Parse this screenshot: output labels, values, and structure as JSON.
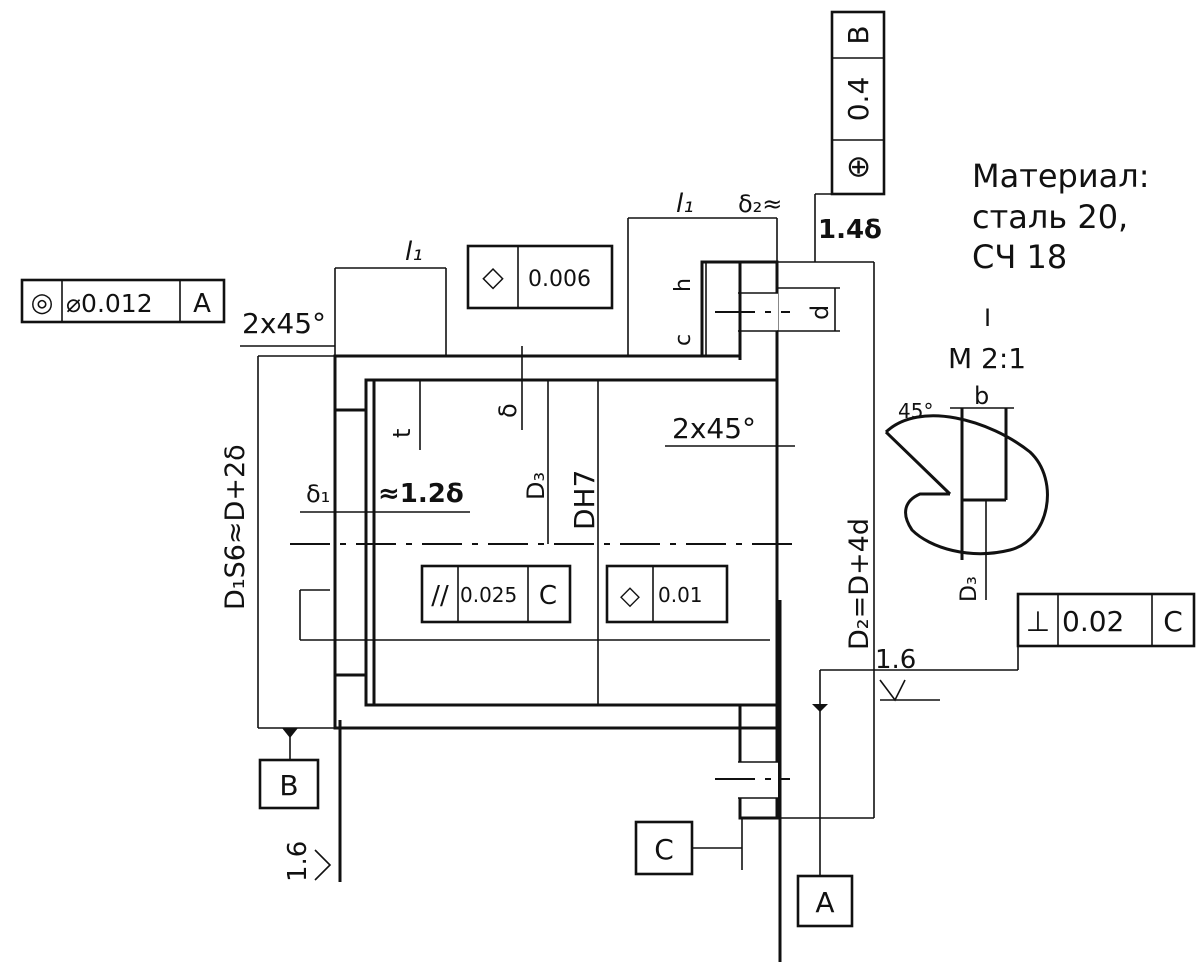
{
  "material": {
    "line1": "Материал:",
    "line2": "сталь 20,",
    "line3": "СЧ 18"
  },
  "detail_view": {
    "label": "I",
    "scale": "M 2:1",
    "angle": "45°",
    "dim_b": "b",
    "dim_d3": "D₃"
  },
  "frames": {
    "concentricity": {
      "symbol": "◎",
      "value": "⌀0.012",
      "datum": "A"
    },
    "roundness_top": {
      "symbol": "◇",
      "value": "0.006"
    },
    "parallelism": {
      "symbol": "//",
      "value": "0.025",
      "datum": "C"
    },
    "roundness_mid": {
      "symbol": "◇",
      "value": "0.01"
    },
    "perpendicularity": {
      "symbol": "⊥",
      "value": "0.02",
      "datum": "C"
    },
    "position": {
      "symbol": "⊕",
      "value": "0.4",
      "datum": "B"
    }
  },
  "datums": {
    "a": "A",
    "b": "B",
    "c": "C"
  },
  "dimensions": {
    "chamfer_left": "2x45°",
    "chamfer_right": "2x45°",
    "l1_left": "l₁",
    "l1_right": "l₁",
    "delta2": "δ₂≈",
    "flange": "1.4δ",
    "h": "h",
    "c": "c",
    "d": "d",
    "delta": "δ",
    "t": "t",
    "delta1": "δ₁",
    "approx": "≈1.2δ",
    "d3": "D₃",
    "dh7": "DH7",
    "d1": "D₁S6≈D+2δ",
    "d2": "D₂=D+4d",
    "roughness_left": "1.6",
    "roughness_right": "1.6"
  }
}
